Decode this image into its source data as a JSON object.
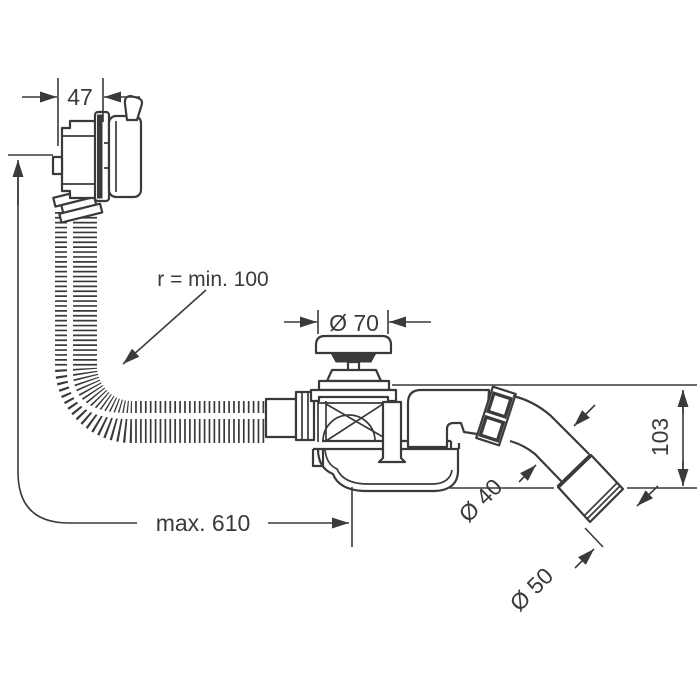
{
  "drawing": {
    "description": "bath waste and overflow set dimensional drawing",
    "labels": {
      "overflow_width": "47",
      "bend_radius": "r = min. 100",
      "plug_diameter": "Ø 70",
      "hose_length": "max. 610",
      "pipe_diameter": "Ø 40",
      "outlet_height": "103",
      "outlet_diameter": "Ø 50"
    },
    "colors": {
      "line": "#3a3a3a",
      "background": "#ffffff"
    }
  }
}
